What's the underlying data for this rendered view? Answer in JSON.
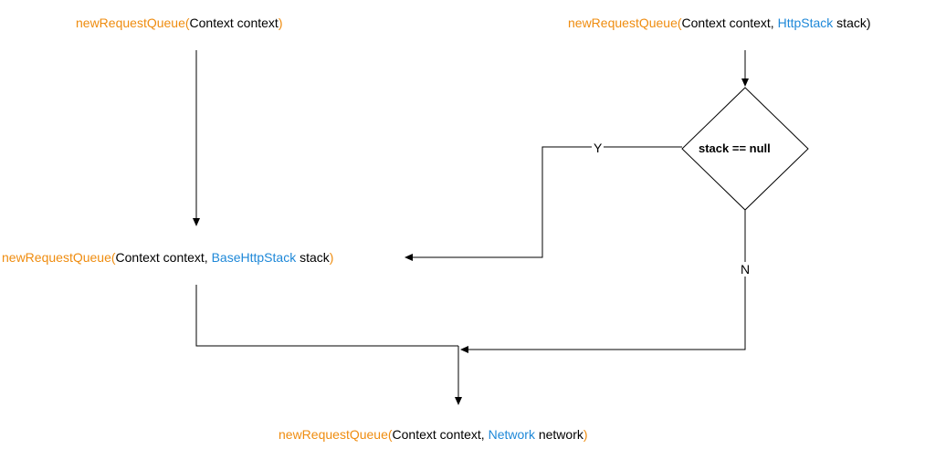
{
  "nodes": {
    "top_left": {
      "parts": [
        {
          "text": "newRequestQueue(",
          "kind": "fn"
        },
        {
          "text": "Context context",
          "kind": "tx"
        },
        {
          "text": ")",
          "kind": "fn"
        }
      ]
    },
    "top_right": {
      "parts": [
        {
          "text": "newRequestQueue(",
          "kind": "fn"
        },
        {
          "text": "Context context, ",
          "kind": "tx"
        },
        {
          "text": "HttpStack",
          "kind": "ty"
        },
        {
          "text": " stack)",
          "kind": "tx"
        }
      ]
    },
    "middle": {
      "parts": [
        {
          "text": "newRequestQueue(",
          "kind": "fn"
        },
        {
          "text": "Context context, ",
          "kind": "tx"
        },
        {
          "text": "BaseHttpStack",
          "kind": "ty"
        },
        {
          "text": " stack",
          "kind": "tx"
        },
        {
          "text": ")",
          "kind": "fn"
        }
      ]
    },
    "bottom": {
      "parts": [
        {
          "text": "newRequestQueue(",
          "kind": "fn"
        },
        {
          "text": "Context context, ",
          "kind": "tx"
        },
        {
          "text": "Network",
          "kind": "ty"
        },
        {
          "text": " network",
          "kind": "tx"
        },
        {
          "text": ")",
          "kind": "fn"
        }
      ]
    },
    "decision": {
      "label": "stack == null"
    }
  },
  "edges": {
    "yes_label": "Y",
    "no_label": "N"
  },
  "colors": {
    "function": "#EF8C0F",
    "type": "#1E88D8",
    "text": "#000000",
    "line": "#000000"
  }
}
